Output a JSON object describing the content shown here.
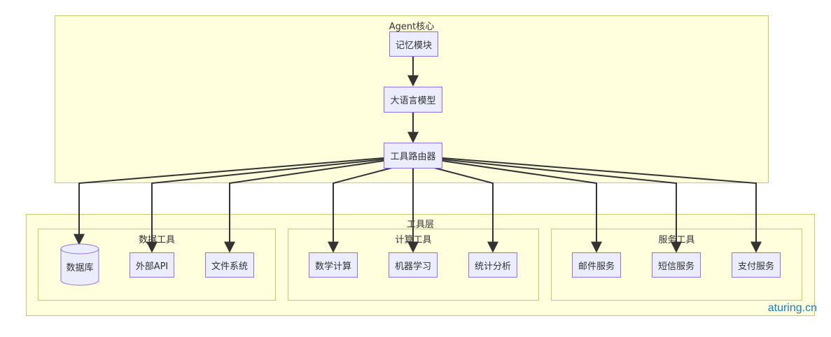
{
  "groups": {
    "core": {
      "title": "Agent核心"
    },
    "tools": {
      "title": "工具层"
    },
    "data_tools": {
      "title": "数据工具"
    },
    "compute_tools": {
      "title": "计算工具"
    },
    "service_tools": {
      "title": "服务工具"
    }
  },
  "nodes": {
    "memory": "记忆模块",
    "llm": "大语言模型",
    "router": "工具路由器",
    "database": "数据库",
    "external_api": "外部API",
    "file_system": "文件系统",
    "math_calc": "数学计算",
    "ml": "机器学习",
    "stats": "统计分析",
    "email": "邮件服务",
    "sms": "短信服务",
    "payment": "支付服务"
  },
  "edges": [
    [
      "memory",
      "llm"
    ],
    [
      "llm",
      "router"
    ],
    [
      "router",
      "database"
    ],
    [
      "router",
      "external_api"
    ],
    [
      "router",
      "file_system"
    ],
    [
      "router",
      "math_calc"
    ],
    [
      "router",
      "ml"
    ],
    [
      "router",
      "stats"
    ],
    [
      "router",
      "email"
    ],
    [
      "router",
      "sms"
    ],
    [
      "router",
      "payment"
    ]
  ],
  "colors": {
    "cluster_fill": "#ffffde",
    "cluster_border": "#c8c870",
    "node_fill": "#ececff",
    "node_border": "#9370db",
    "edge": "#333333"
  },
  "watermark": "aturing.cn"
}
